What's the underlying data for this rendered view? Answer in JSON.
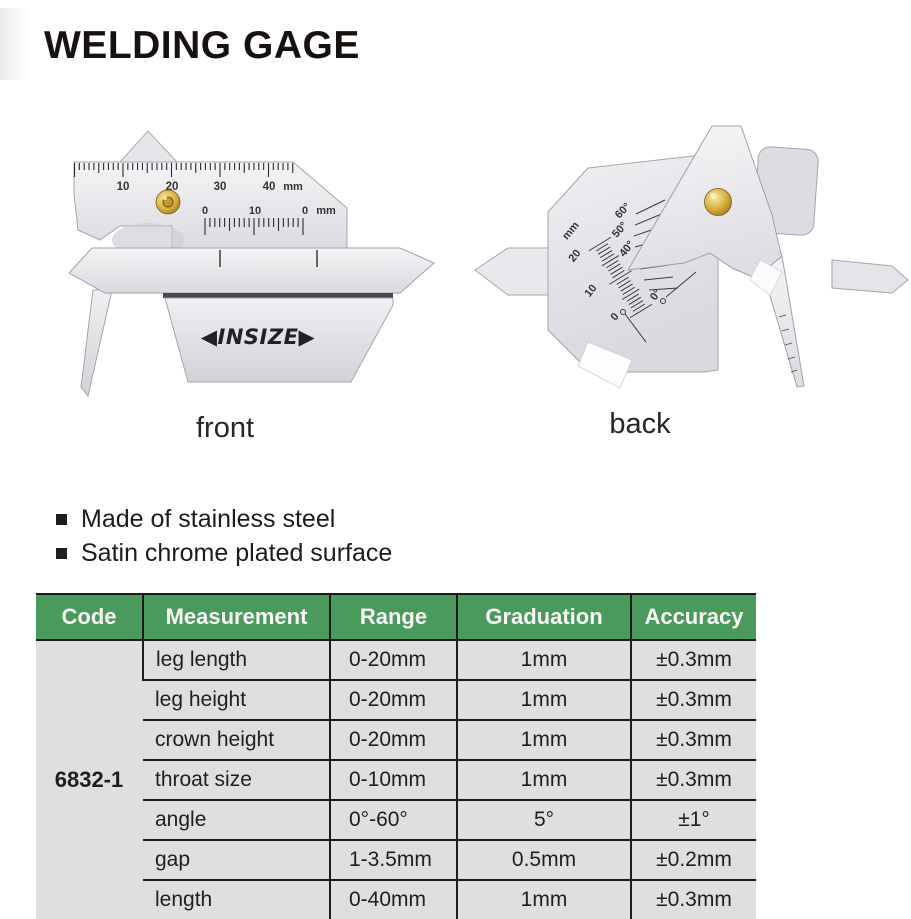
{
  "title": "WELDING GAGE",
  "front": {
    "caption": "front",
    "logo": "◀INSIZE▶",
    "top_scale": {
      "labels": [
        "10",
        "20",
        "30",
        "40"
      ],
      "unit": "mm"
    },
    "lower_scale": {
      "labels": [
        "0",
        "10",
        "0"
      ],
      "unit": "mm"
    }
  },
  "back": {
    "caption": "back",
    "angle_scale": {
      "labels": [
        "60°",
        "50°",
        "40°",
        "0°"
      ]
    },
    "mm_scale": {
      "unit": "mm",
      "labels": [
        "20",
        "10",
        "0"
      ]
    }
  },
  "features": [
    {
      "text": "Made of stainless steel"
    },
    {
      "text": "Satin chrome plated surface"
    }
  ],
  "table": {
    "headers": [
      "Code",
      "Measurement",
      "Range",
      "Graduation",
      "Accuracy"
    ],
    "code": "6832-1",
    "rows": [
      {
        "measurement": "leg length",
        "range": "0-20mm",
        "graduation": "1mm",
        "accuracy": "±0.3mm"
      },
      {
        "measurement": "leg height",
        "range": "0-20mm",
        "graduation": "1mm",
        "accuracy": "±0.3mm"
      },
      {
        "measurement": "crown height",
        "range": "0-20mm",
        "graduation": "1mm",
        "accuracy": "±0.3mm"
      },
      {
        "measurement": "throat size",
        "range": "0-10mm",
        "graduation": "1mm",
        "accuracy": "±0.3mm"
      },
      {
        "measurement": "angle",
        "range": "0°-60°",
        "graduation": "5°",
        "accuracy": "±1°"
      },
      {
        "measurement": "gap",
        "range": "1-3.5mm",
        "graduation": "0.5mm",
        "accuracy": "±0.2mm"
      },
      {
        "measurement": "length",
        "range": "0-40mm",
        "graduation": "1mm",
        "accuracy": "±0.3mm"
      }
    ]
  },
  "colors": {
    "header_green": "#4a9a5c",
    "row_gray": "#dfdfdf",
    "border_black": "#1c1c1c",
    "brass": "#d9b13c",
    "metal_light": "#f2f2f4",
    "metal_dark": "#d6d6da"
  }
}
